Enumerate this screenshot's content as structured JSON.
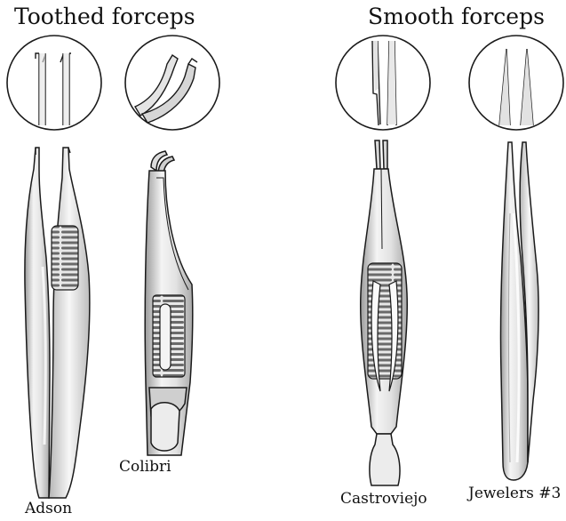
{
  "headings": {
    "toothed": "Toothed forceps",
    "smooth": "Smooth forceps"
  },
  "instruments": {
    "adson": "Adson",
    "colibri": "Colibri",
    "castroviejo": "Castroviejo",
    "jewelers": "Jewelers #3"
  },
  "colors": {
    "steel_light": "#f1f1f1",
    "steel_mid": "#c9c9c9",
    "steel_dark": "#8a8a8a",
    "outline": "#1a1a1a"
  }
}
